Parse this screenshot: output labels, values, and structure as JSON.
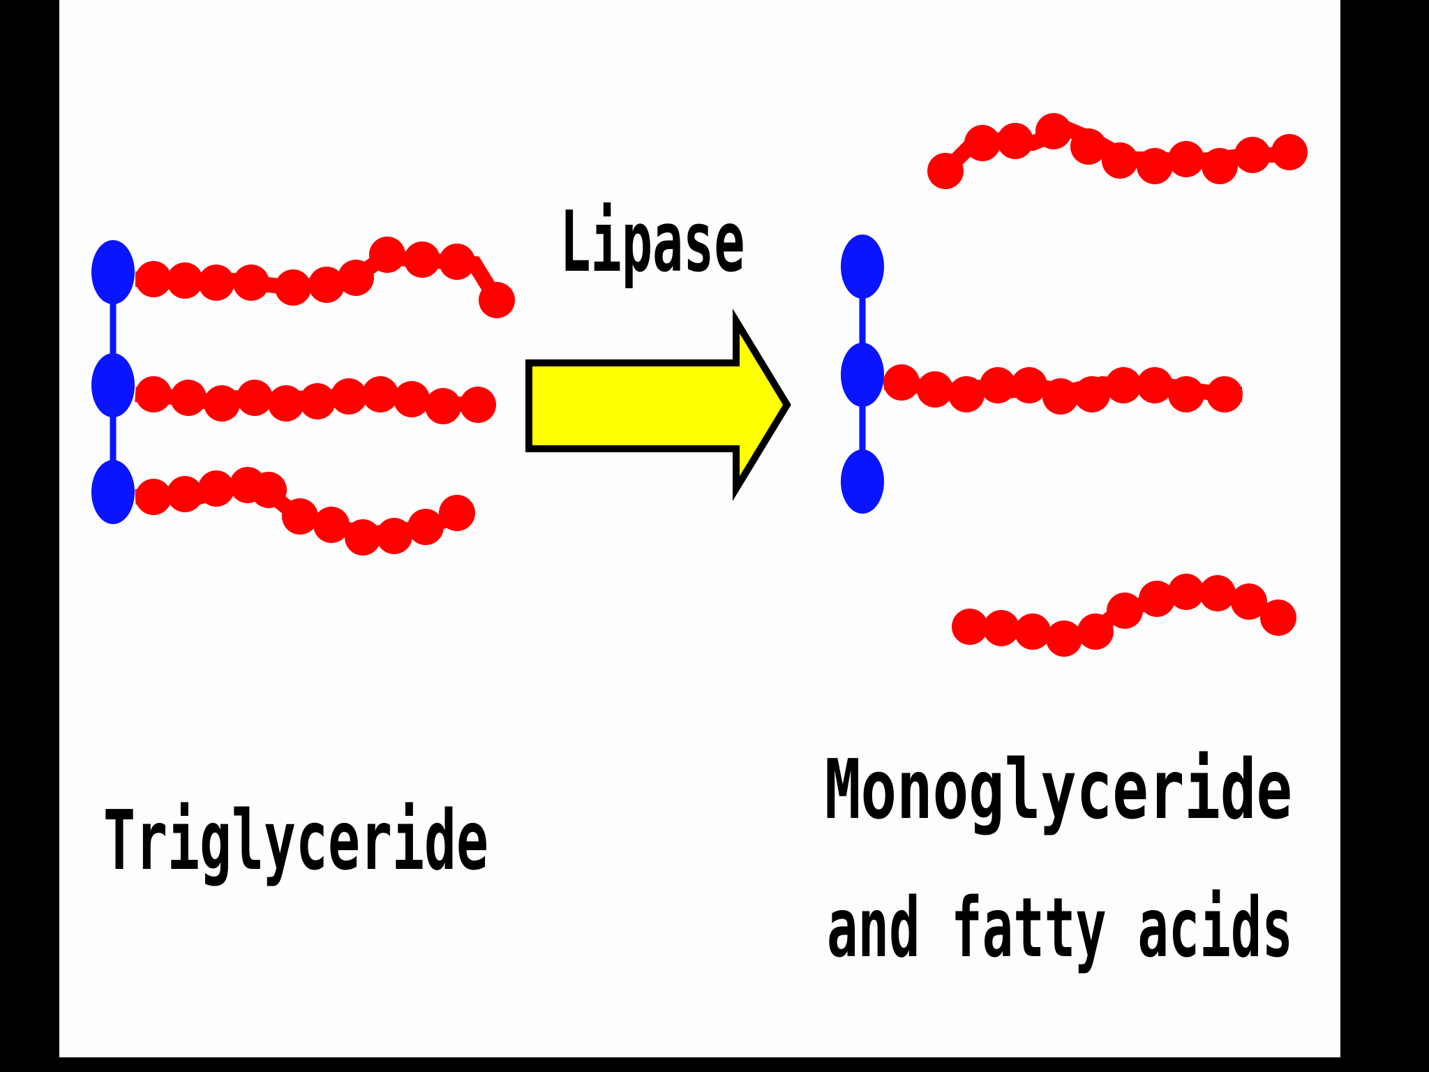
{
  "diagram": {
    "enzyme_label": "Lipase",
    "reactant_label": "Triglyceride",
    "product_label_line1": "Monoglyceride",
    "product_label_line2": "and fatty acids"
  },
  "colors": {
    "outer_background": "#000000",
    "panel_background": "#fdfdfd",
    "glycerol": "#0a14ff",
    "fatty_acid": "#ff0000",
    "arrow_fill": "#ffff00",
    "arrow_outline": "#000000",
    "text": "#000000"
  }
}
